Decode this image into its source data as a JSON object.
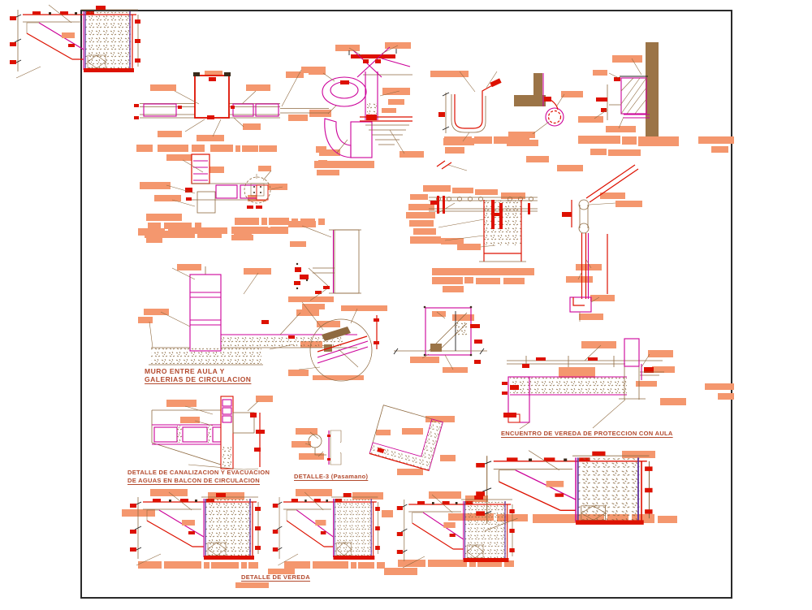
{
  "sheet": {
    "kind": "CAD construction details sheet",
    "language": "Spanish"
  },
  "palette": {
    "salmon": "#f4976e",
    "red": "#dd1100",
    "magenta": "#cc0099",
    "purple": "#5e2f9e",
    "brown": "#8f6a40",
    "tan": "#9b7447",
    "title": "#b34a2e",
    "frame": "#2a2a2a"
  },
  "labels": {
    "muro": {
      "line1": "MURO ENTRE AULA Y",
      "line2": "GALERIAS DE CIRCULACION"
    },
    "canalizacion": {
      "line1": "DETALLE DE CANALIZACION Y EVACUACION",
      "line2": "DE AGUAS EN BALCON DE  CIRCULACION"
    },
    "pasamano": {
      "line1": "DETALLE-3 (Pasamano)"
    },
    "encuentro": {
      "line1": "ENCUENTRO DE VEREDA DE PROTECCION CON AULA"
    },
    "vereda": {
      "line1": "DETALLE DE VEREDA"
    }
  }
}
